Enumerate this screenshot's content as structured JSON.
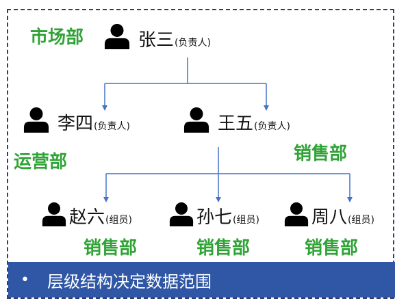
{
  "nodes": {
    "zhang": {
      "name": "张三",
      "role": "(负责人)"
    },
    "li": {
      "name": "李四",
      "role": "(负责人)"
    },
    "wang": {
      "name": "王五",
      "role": "(负责人)"
    },
    "zhao": {
      "name": "赵六",
      "role": "(组员)"
    },
    "sun": {
      "name": "孙七",
      "role": "(组员)"
    },
    "zhou": {
      "name": "周八",
      "role": "(组员)"
    }
  },
  "departments": {
    "market": "市场部",
    "operations": "运营部",
    "sales_wang": "销售部",
    "sales_zhao": "销售部",
    "sales_sun": "销售部",
    "sales_zhou": "销售部"
  },
  "banner": {
    "bullet": "•",
    "text": "层级结构决定数据范围"
  },
  "colors": {
    "department": "#2fa336",
    "connector": "#4472c4",
    "banner_bg": "#2f57a6",
    "frame_border": "#2e3d73"
  },
  "icons": {
    "person": "person-icon"
  }
}
